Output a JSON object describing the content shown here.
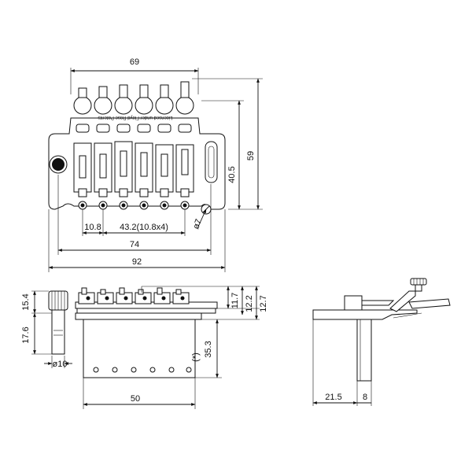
{
  "top_view": {
    "dims": {
      "overall_width": "69",
      "overall_height": "59",
      "mount_height": "40.5",
      "string_first": "10.8",
      "string_spacing": "43.2(10.8x4)",
      "stud_spacing": "74",
      "base_width": "92",
      "stud_diameter": "ø7"
    },
    "patent_text": "Licensed under Floyd Rose Patents"
  },
  "front_view": {
    "dims": {
      "saddle_height_a": "11.7",
      "saddle_height_b": "12.2",
      "saddle_height_c": "12.7",
      "stud_top": "15.4",
      "stud_bottom": "17.6",
      "stud_diameter": "ø10",
      "block_depth": "35.3",
      "block_note": "(*)",
      "block_width": "50"
    }
  },
  "side_view": {
    "dims": {
      "offset": "21.5",
      "block_thickness": "8"
    }
  }
}
